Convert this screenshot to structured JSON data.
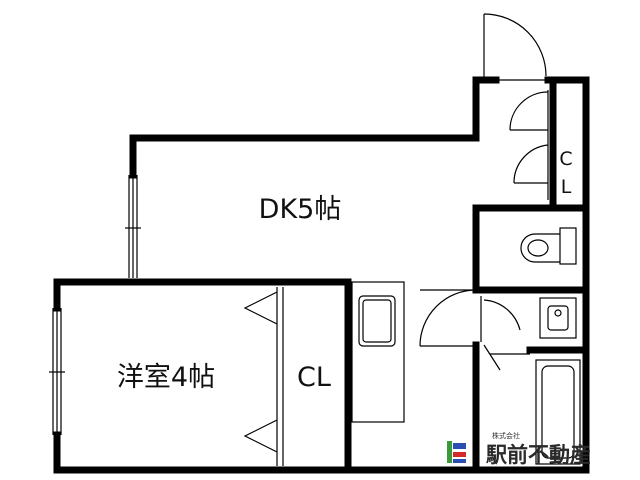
{
  "rooms": {
    "dk": "DK5帖",
    "western": "洋室4帖",
    "closet": "CL",
    "closet_small_top": "C",
    "closet_small_bottom": "L"
  },
  "logo": {
    "company_small": "株式会社",
    "company_name": "駅前不動産",
    "colors": {
      "green": "#3a9a3a",
      "blue": "#2a4fb0",
      "red": "#d62a2a"
    }
  }
}
